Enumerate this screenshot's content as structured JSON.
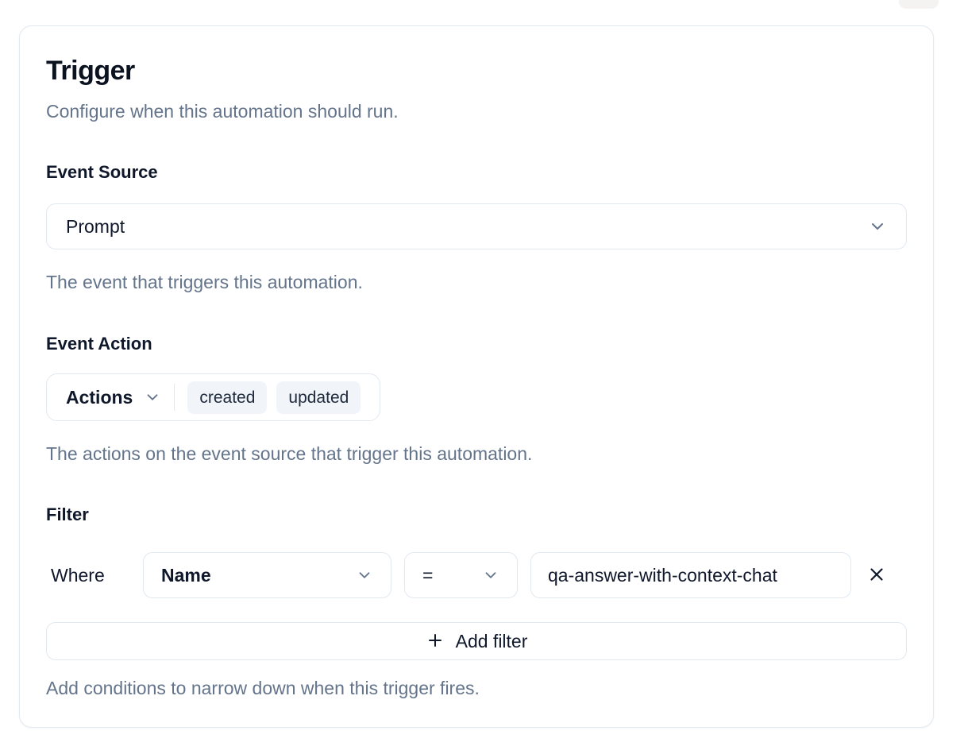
{
  "card": {
    "title": "Trigger",
    "subtitle": "Configure when this automation should run.",
    "event_source": {
      "label": "Event Source",
      "selected_value": "Prompt",
      "helper": "The event that triggers this automation."
    },
    "event_action": {
      "label": "Event Action",
      "dropdown_label": "Actions",
      "selected_actions": [
        "created",
        "updated"
      ],
      "helper": "The actions on the event source that trigger this automation."
    },
    "filter": {
      "label": "Filter",
      "where_label": "Where",
      "field_selected": "Name",
      "operator_selected": "=",
      "value": "qa-answer-with-context-chat",
      "add_button_label": "Add filter",
      "helper": "Add conditions to narrow down when this trigger fires."
    }
  },
  "icons": {
    "chevron_down": "chevron-down",
    "plus": "plus",
    "close": "close"
  },
  "colors": {
    "text_primary": "#0f172a",
    "text_muted": "#64748b",
    "border": "#e2e8f0",
    "chip_background": "#f1f5f9",
    "card_background": "#ffffff"
  }
}
